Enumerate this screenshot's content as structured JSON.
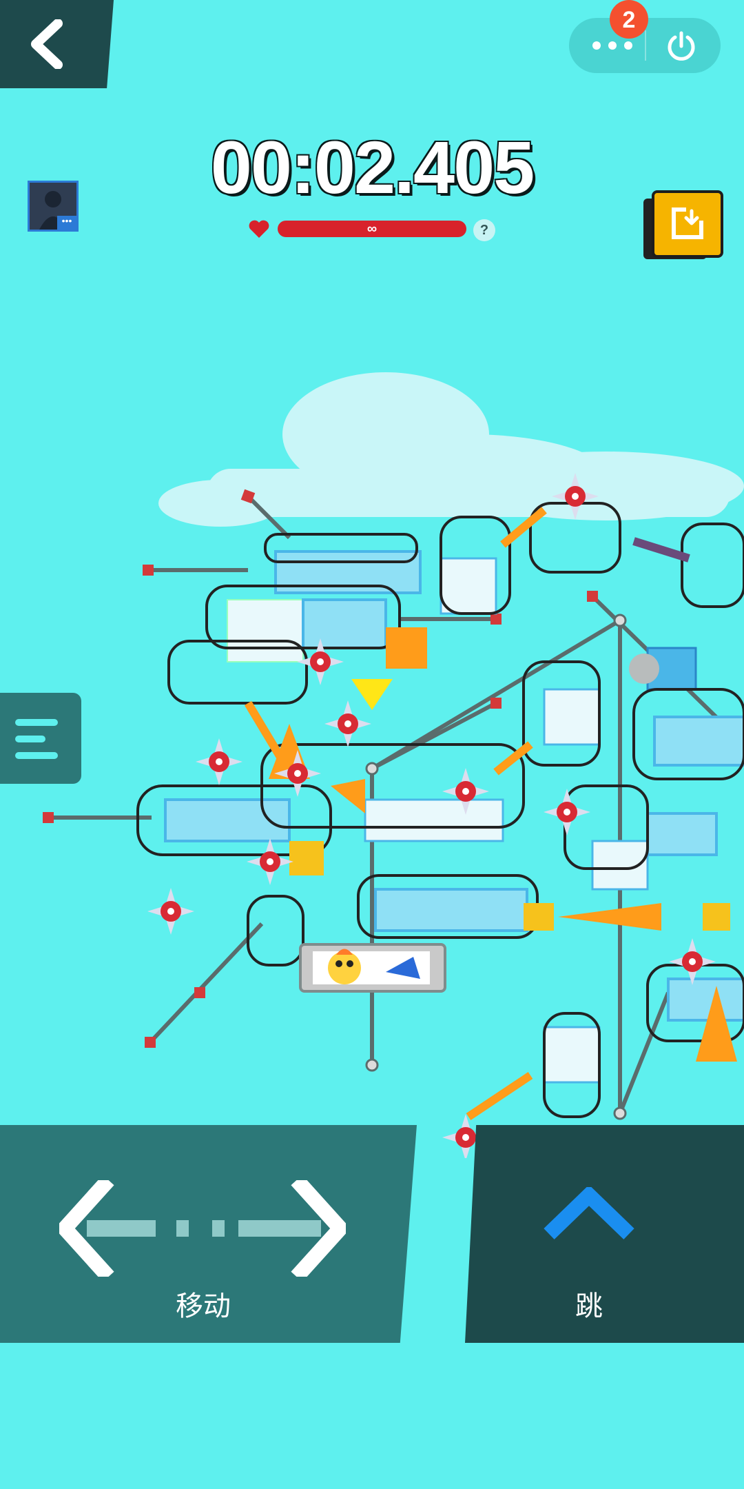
{
  "timer": {
    "text": "00:02.405"
  },
  "health": {
    "value": "∞",
    "help": "?"
  },
  "notification_badge": {
    "count": "2"
  },
  "controls": {
    "move_label": "移动",
    "jump_label": "跳"
  },
  "colors": {
    "background": "#5ef0ee",
    "move_pad": "#2c7878",
    "jump_pad": "#1d4a4b",
    "health_bar": "#d8222b",
    "exit_button": "#f6b400",
    "jump_arrow": "#1a8ef0"
  },
  "icons": {
    "back": "chevron-left-icon",
    "more": "more-dots-icon",
    "power": "power-icon",
    "exit": "exit-door-icon",
    "menu": "menu-lines-icon",
    "heart": "heart-icon",
    "move": "left-right-arrows-icon",
    "jump": "chevron-up-icon"
  }
}
